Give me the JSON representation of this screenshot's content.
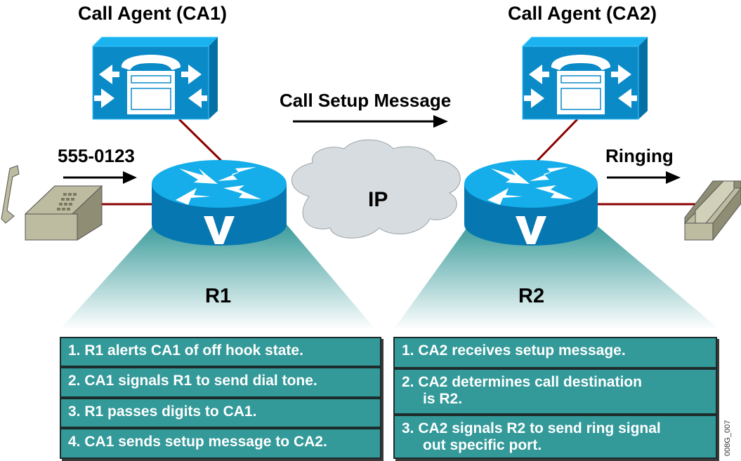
{
  "call_agents": [
    {
      "id": "CA1",
      "label": "Call Agent (CA1)"
    },
    {
      "id": "CA2",
      "label": "Call Agent (CA2)"
    }
  ],
  "routers": [
    {
      "id": "R1",
      "label": "R1",
      "glyph": "V"
    },
    {
      "id": "R2",
      "label": "R2",
      "glyph": "V"
    }
  ],
  "network": {
    "label": "IP"
  },
  "messages": {
    "dialed_number": "555-0123",
    "call_setup": "Call Setup Message",
    "ringing": "Ringing"
  },
  "r1_steps": [
    {
      "line1": "1. R1 alerts CA1 of off hook state."
    },
    {
      "line1": "2. CA1 signals R1 to send dial tone."
    },
    {
      "line1": "3. R1 passes digits to CA1."
    },
    {
      "line1": "4. CA1 sends setup message to CA2."
    }
  ],
  "r2_steps": [
    {
      "line1": "1. CA2 receives setup message."
    },
    {
      "line1": "2. CA2 determines call destination",
      "line2": "is R2."
    },
    {
      "line1": "3. CA2 signals R2 to send ring signal",
      "line2": "out specific port."
    }
  ],
  "figure_id": "008G_007",
  "colors": {
    "device_blue": "#0b8ac8",
    "device_blue_top": "#1ab3ef",
    "device_blue_dark": "#0570a6",
    "link_red": "#8b0000",
    "teal": "#339999",
    "cloud": "#d6dcdf",
    "phone": "#bdbca0"
  }
}
